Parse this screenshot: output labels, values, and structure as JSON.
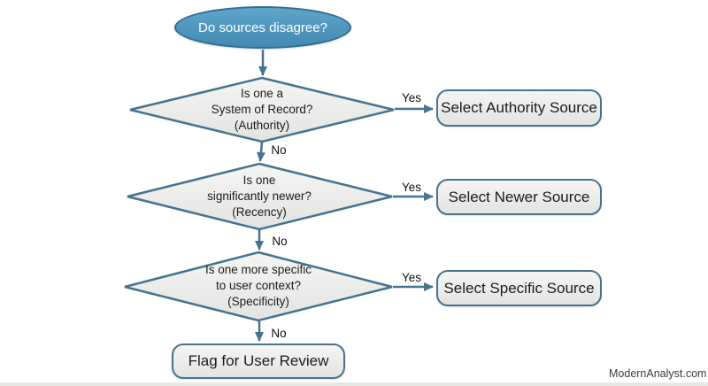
{
  "theme": {
    "background": "#ffffff",
    "shape_border": "#47738f",
    "arrow_color": "#47738f",
    "shape_fill_top": "#f5f5f4",
    "shape_fill_bottom": "#e3e3e2",
    "start_fill_top": "#5ea6cb",
    "start_fill_bottom": "#4489b1",
    "start_border": "#2f6b94",
    "start_text_color": "#ffffff",
    "text_color": "#1c1c1c",
    "label_color": "#111111",
    "watermark_color": "#3b3b3b"
  },
  "flow": {
    "start": {
      "label": "Do sources disagree?"
    },
    "decisions": [
      {
        "lines": [
          "Is one a",
          "System of Record?",
          "(Authority)"
        ],
        "yes_label": "Yes",
        "no_label": "No"
      },
      {
        "lines": [
          "Is one",
          "significantly newer?",
          "(Recency)"
        ],
        "yes_label": "Yes",
        "no_label": "No"
      },
      {
        "lines": [
          "Is one more specific",
          "to user context?",
          "(Specificity)"
        ],
        "yes_label": "Yes",
        "no_label": "No"
      }
    ],
    "outcomes": [
      {
        "label": "Select Authority Source"
      },
      {
        "label": "Select Newer Source"
      },
      {
        "label": "Select Specific Source"
      }
    ],
    "final": {
      "label": "Flag for User Review"
    }
  },
  "watermark": "ModernAnalyst.com"
}
